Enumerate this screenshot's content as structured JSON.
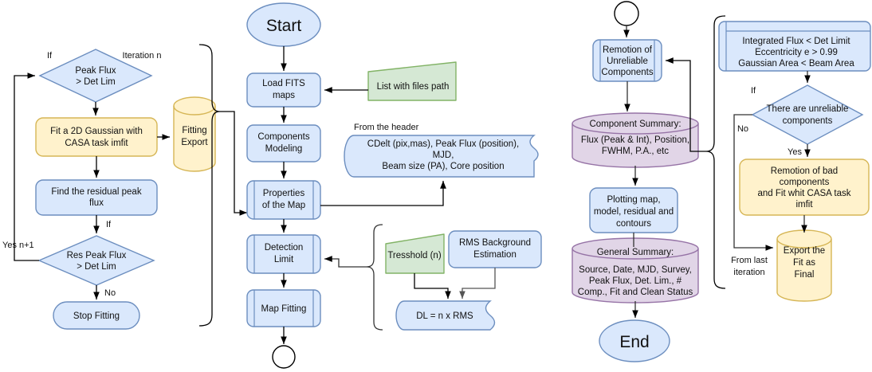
{
  "diagram": {
    "title": "CASA imfit VLBI map fitting pipeline flowchart",
    "colors": {
      "blue_fill": "#dae8fc",
      "blue_stroke": "#6c8ebf",
      "yellow_fill": "#fff2cc",
      "yellow_stroke": "#d6b656",
      "green_fill": "#d5e8d4",
      "green_stroke": "#82b366",
      "purple_fill": "#e1d5e7",
      "purple_stroke": "#9673a6",
      "edge": "#000000",
      "text": "#111111"
    }
  },
  "left_column": {
    "decision_peak_flux": {
      "line1": "Peak Flux",
      "line2": "> Det Lim"
    },
    "decision_peak_flux_label_left": "If",
    "decision_peak_flux_label_right": "Iteration n",
    "fit_gaussian": {
      "line1": "Fit a 2D Gaussian with",
      "line2": "CASA task imfit"
    },
    "fitting_export": {
      "line1": "Fitting",
      "line2": "Export"
    },
    "find_residual": {
      "line1": "Find the residual peak",
      "line2": "flux"
    },
    "find_residual_edge_label": "If",
    "decision_res_peak": {
      "line1": "Res Peak Flux",
      "line2": "> Det Lim"
    },
    "decision_res_peak_yes": "Yes n+1",
    "decision_res_peak_no": "No",
    "stop_fitting": "Stop Fitting"
  },
  "center_column": {
    "start": "Start",
    "load_fits": {
      "line1": "Load FITS",
      "line2": "maps"
    },
    "files_path": "List with files path",
    "components_modeling": {
      "line1": "Components",
      "line2": "Modeling"
    },
    "properties_of_map": {
      "line1": "Properties",
      "line2": "of the Map"
    },
    "header_caption": "From the header",
    "header_doc": {
      "line1": "CDelt (pix,mas), Peak Flux (position),",
      "line2": "MJD,",
      "line3": "Beam size (PA), Core position"
    },
    "detection_limit": {
      "line1": "Detection",
      "line2": "Limit"
    },
    "threshold": "Tresshold (n)",
    "rms_background": {
      "line1": "RMS Background",
      "line2": "Estimation"
    },
    "dl_formula": "DL = n x RMS",
    "map_fitting": "Map Fitting"
  },
  "right_center_column": {
    "remotion_unreliable": {
      "line1": "Remotion of",
      "line2": "Unreliable",
      "line3": "Components"
    },
    "component_summary": {
      "title": "Component Summary:",
      "line1": "Flux (Peak & Int), Position,",
      "line2": "FWHM, P.A., etc"
    },
    "plotting": {
      "line1": "Plotting map,",
      "line2": "model, residual and",
      "line3": "contours"
    },
    "general_summary": {
      "title": "General Summary:",
      "line1": "Source, Date, MJD, Survey,",
      "line2": "Peak Flux, Det. Lim., #",
      "line3": "Comp., Fit and Clean Status"
    },
    "end": "End"
  },
  "far_right_column": {
    "criteria": {
      "line1": "Integrated Flux < Det Limit",
      "line2": "Eccentricity e > 0.99",
      "line3": "Gaussian Area < Beam Area"
    },
    "decision_unreliable": {
      "line1": "There are unreliable",
      "line2": "components"
    },
    "decision_unreliable_if": "If",
    "decision_unreliable_no": "No",
    "decision_unreliable_yes": "Yes",
    "remotion_bad": {
      "line1": "Remotion of bad",
      "line2": "components",
      "line3": "and Fit whit CASA task",
      "line4": "imfit"
    },
    "export_fit": {
      "line1": "Export the",
      "line2": "Fit as",
      "line3": "Final"
    },
    "from_last_iteration": {
      "line1": "From last",
      "line2": "iteration"
    }
  }
}
